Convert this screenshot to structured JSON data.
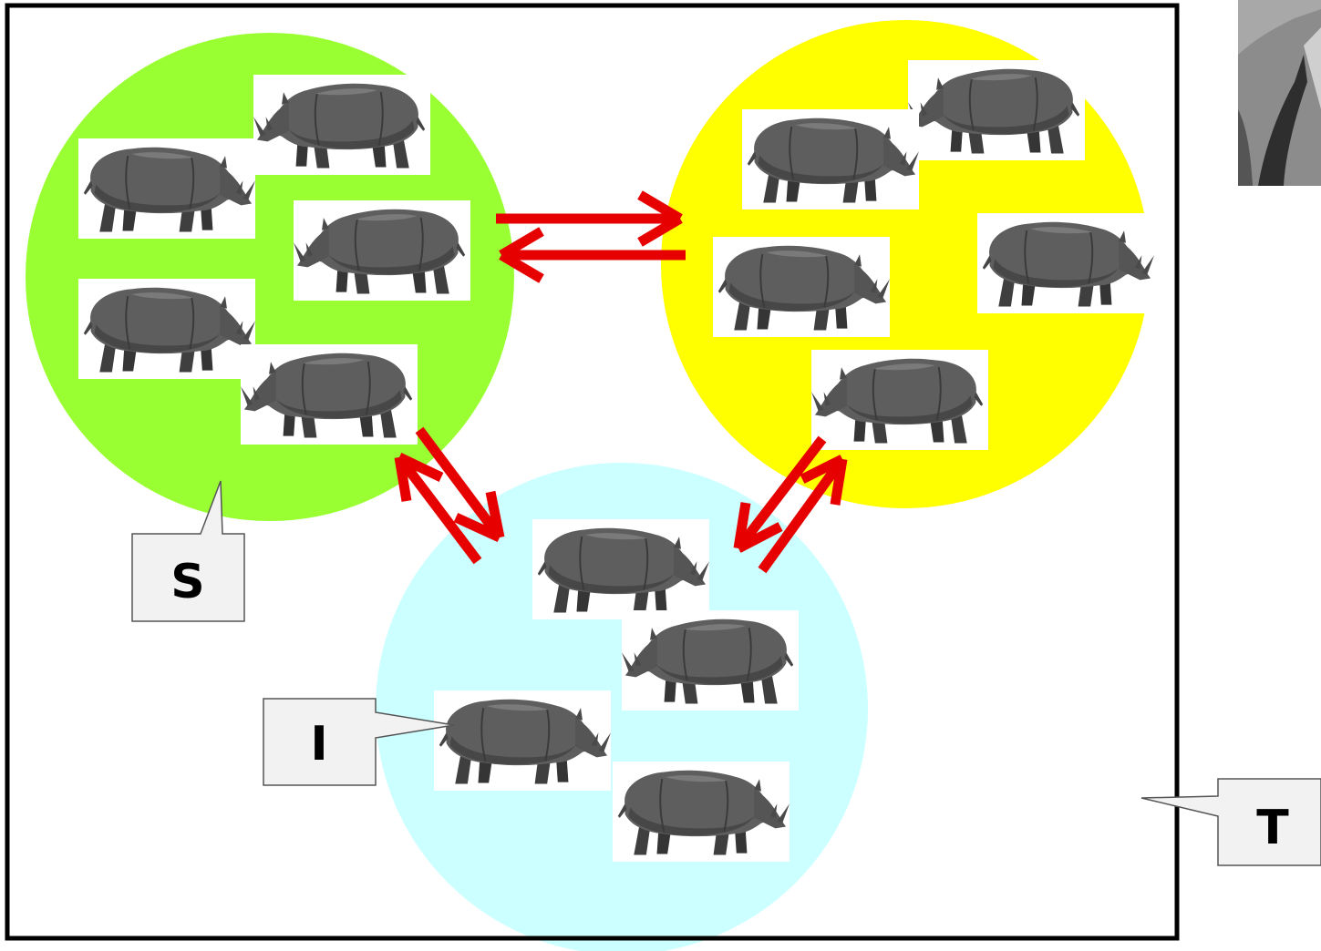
{
  "diagram": {
    "callouts": {
      "S": "S",
      "I": "I",
      "T": "T"
    },
    "groups": [
      {
        "id": "S",
        "color": "#99ff33",
        "rhino_count": 5
      },
      {
        "id": "R",
        "color": "#ffff00",
        "rhino_count": 5
      },
      {
        "id": "I",
        "color": "#ccffff",
        "rhino_count": 4
      }
    ],
    "arrow_color": "#e60000",
    "boundary_color": "#000000",
    "icons": [
      "rhino-icon",
      "portrait-photo"
    ]
  }
}
